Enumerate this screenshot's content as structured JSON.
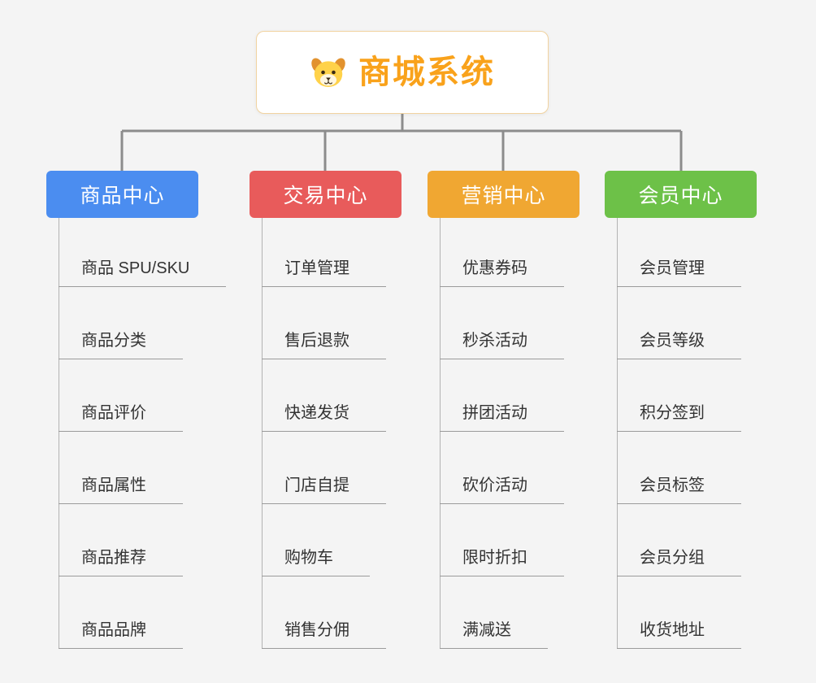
{
  "root": {
    "title": "商城系统",
    "icon": "dog-icon",
    "title_color": "#f9a21b",
    "border_color": "#f1d3a0"
  },
  "connector_color": "#8c8c8c",
  "branches": [
    {
      "label": "商品中心",
      "color": "#4b8df0",
      "children": [
        "商品 SPU/SKU",
        "商品分类",
        "商品评价",
        "商品属性",
        "商品推荐",
        "商品品牌"
      ]
    },
    {
      "label": "交易中心",
      "color": "#e85b5b",
      "children": [
        "订单管理",
        "售后退款",
        "快递发货",
        "门店自提",
        "购物车",
        "销售分佣"
      ]
    },
    {
      "label": "营销中心",
      "color": "#f0a732",
      "children": [
        "优惠券码",
        "秒杀活动",
        "拼团活动",
        "砍价活动",
        "限时折扣",
        "满减送"
      ]
    },
    {
      "label": "会员中心",
      "color": "#6dc148",
      "children": [
        "会员管理",
        "会员等级",
        "积分签到",
        "会员标签",
        "会员分组",
        "收货地址"
      ]
    }
  ]
}
